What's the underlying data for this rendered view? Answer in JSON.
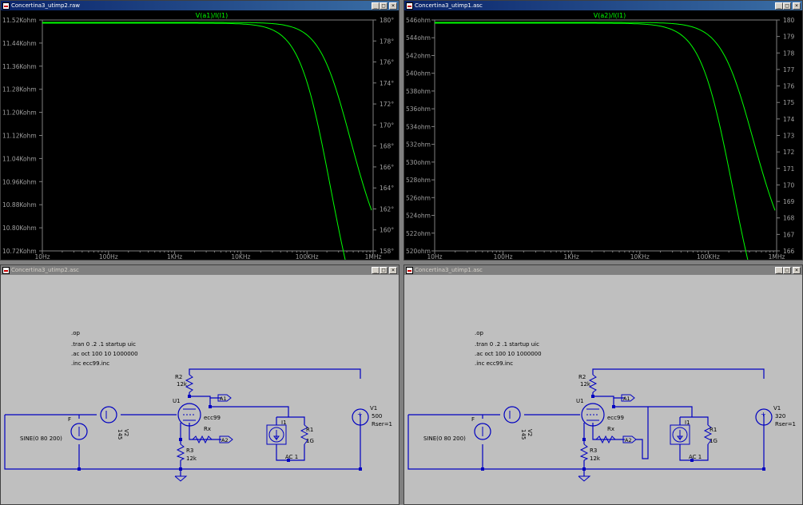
{
  "windows": [
    {
      "title": "Concertina3_utimp2.raw",
      "trace_label": "V(a1)/I(I1)",
      "left_ticks": [
        "11.52Kohm",
        "11.44Kohm",
        "11.36Kohm",
        "11.28Kohm",
        "11.20Kohm",
        "11.12Kohm",
        "11.04Kohm",
        "10.96Kohm",
        "10.88Kohm",
        "10.80Kohm",
        "10.72Kohm"
      ],
      "right_ticks": [
        "180°",
        "178°",
        "176°",
        "174°",
        "172°",
        "170°",
        "168°",
        "166°",
        "164°",
        "162°",
        "160°",
        "158°"
      ],
      "x_ticks": [
        "10Hz",
        "100Hz",
        "1KHz",
        "10KHz",
        "100KHz",
        "1MHz"
      ]
    },
    {
      "title": "Concertina3_utimp1.asc",
      "trace_label": "V(a2)/I(I1)",
      "left_ticks": [
        "546ohm",
        "544ohm",
        "542ohm",
        "540ohm",
        "538ohm",
        "536ohm",
        "534ohm",
        "532ohm",
        "530ohm",
        "528ohm",
        "526ohm",
        "524ohm",
        "522ohm",
        "520ohm"
      ],
      "right_ticks": [
        "180",
        "179",
        "178",
        "177",
        "176",
        "175",
        "174",
        "173",
        "172",
        "171",
        "170",
        "169",
        "168",
        "167",
        "166"
      ],
      "x_ticks": [
        "10Hz",
        "100Hz",
        "1KHz",
        "10KHz",
        "100KHz",
        "1MHz"
      ]
    },
    {
      "title": "Concertina3_utimp2.asc",
      "directives": [
        ".op",
        ".tran 0 .2 .1 startup uic",
        ".ac oct 100 10 1000000",
        ".inc ecc99.inc"
      ],
      "v1_value": "500",
      "rser": "Rser=1"
    },
    {
      "title": "Concertina3_utimp1.asc",
      "directives": [
        ".op",
        ".tran 0 .2 .1 startup uic",
        ".ac oct 100 10 1000000",
        ".inc ecc99.inc"
      ],
      "v1_value": "320",
      "rser": "Rser=1"
    }
  ],
  "components": {
    "r2": "R2",
    "r2_val": "12k",
    "u1": "U1",
    "tube": "ecc99",
    "a1": "A1",
    "a2": "A2",
    "rx": "Rx",
    "r3": "R3",
    "r3_val": "12k",
    "i1": "I1",
    "r1": "R1",
    "r1_val": "1G",
    "ac": "AC 1",
    "v1": "V1",
    "v2": "V2",
    "v2_val": "145",
    "sine": "SINE(0 80 200)",
    "f": "F"
  },
  "colors": {
    "trace": "#00ff00",
    "wire": "#0000c0",
    "plot_bg": "#000000",
    "schem_bg": "#bfbfbf"
  }
}
